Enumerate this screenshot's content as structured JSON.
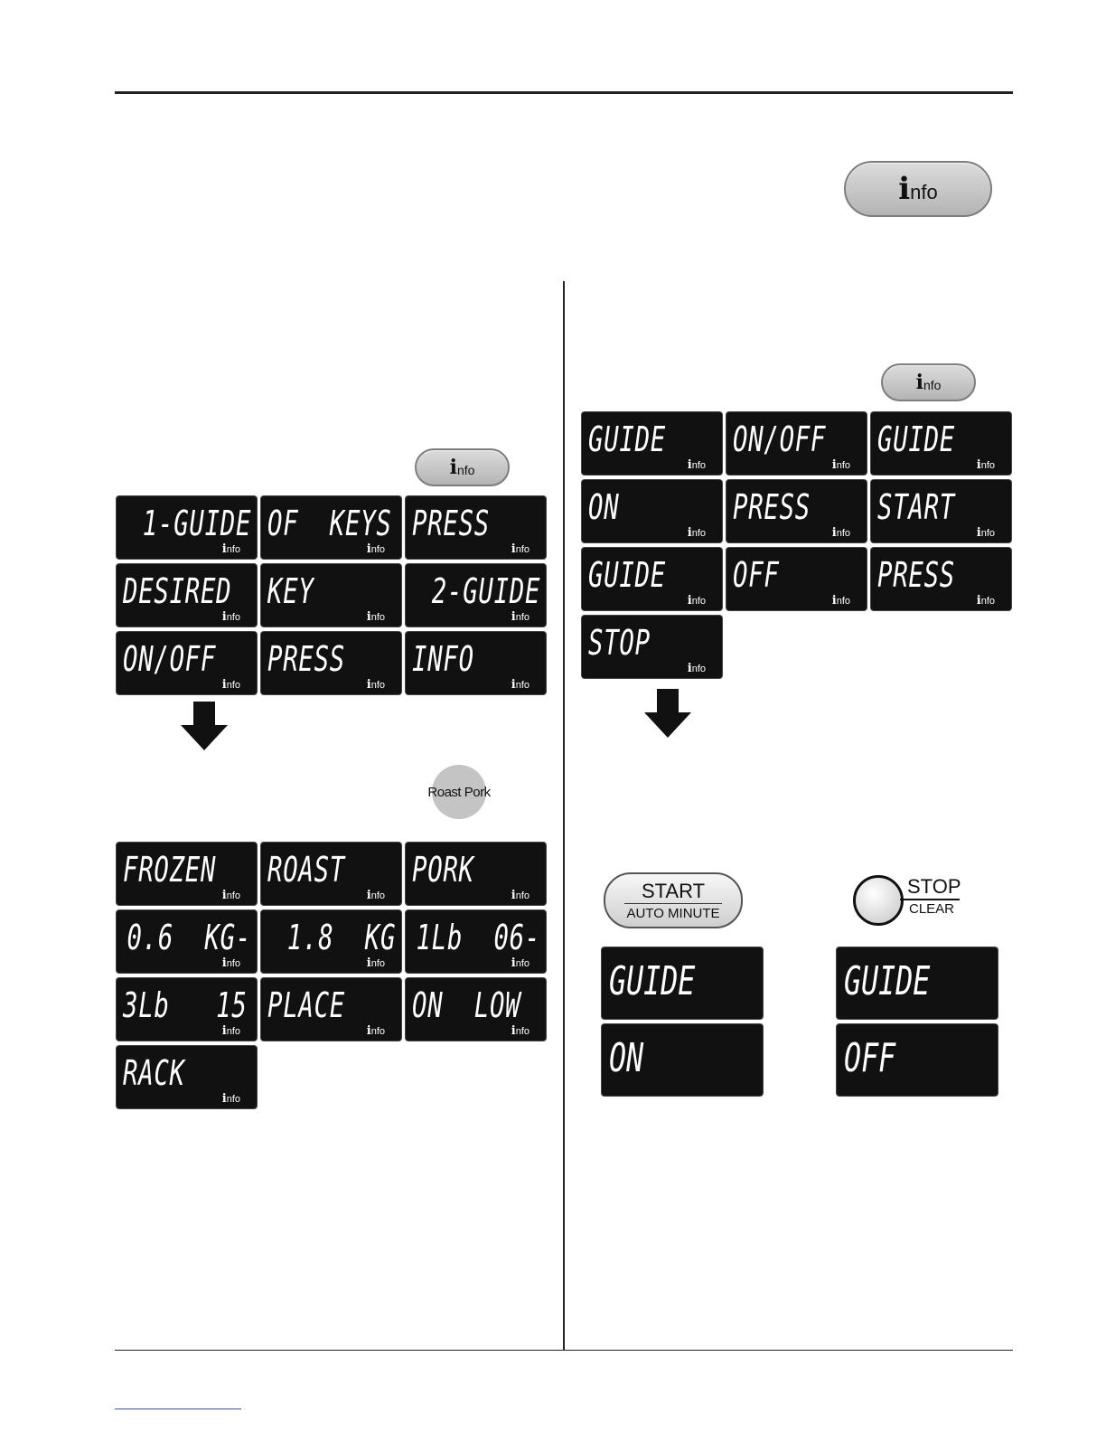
{
  "info_button": {
    "icon_letter": "i",
    "label": "nfo"
  },
  "left": {
    "panels_a": [
      {
        "text": "1-GUIDE",
        "tag": "nfo",
        "align": "right"
      },
      {
        "text": "OF  KEYS",
        "tag": "nfo",
        "align": "left"
      },
      {
        "text": "PRESS",
        "tag": "nfo",
        "align": "left"
      },
      {
        "text": "DESIRED",
        "tag": "nfo",
        "align": "left"
      },
      {
        "text": "KEY",
        "tag": "nfo",
        "align": "left"
      },
      {
        "text": "2-GUIDE",
        "tag": "nfo",
        "align": "right"
      },
      {
        "text": "ON/OFF",
        "tag": "nfo",
        "align": "left"
      },
      {
        "text": "PRESS",
        "tag": "nfo",
        "align": "left"
      },
      {
        "text": "INFO",
        "tag": "nfo",
        "align": "left"
      }
    ],
    "roast_pork_label": "Roast Pork",
    "panels_b": [
      {
        "text": "FROZEN",
        "tag": "nfo",
        "align": "left"
      },
      {
        "text": "ROAST",
        "tag": "nfo",
        "align": "left"
      },
      {
        "text": "PORK",
        "tag": "nfo",
        "align": "left"
      },
      {
        "text": "0.6  KG-",
        "tag": "nfo",
        "align": "right"
      },
      {
        "text": "1.8  KG",
        "tag": "nfo",
        "align": "right"
      },
      {
        "text": "1Lb  06-",
        "tag": "nfo",
        "align": "right"
      },
      {
        "text": "3Lb   15",
        "tag": "nfo",
        "align": "left"
      },
      {
        "text": "PLACE",
        "tag": "nfo",
        "align": "left"
      },
      {
        "text": "ON  LOW",
        "tag": "nfo",
        "align": "left"
      },
      {
        "text": "RACK",
        "tag": "nfo",
        "align": "left"
      }
    ]
  },
  "right": {
    "panels": [
      {
        "text": "GUIDE",
        "tag": "nfo",
        "align": "left"
      },
      {
        "text": "ON/OFF",
        "tag": "nfo",
        "align": "left"
      },
      {
        "text": "GUIDE",
        "tag": "nfo",
        "align": "left"
      },
      {
        "text": "ON",
        "tag": "nfo",
        "align": "left"
      },
      {
        "text": "PRESS",
        "tag": "nfo",
        "align": "left"
      },
      {
        "text": "START",
        "tag": "nfo",
        "align": "left"
      },
      {
        "text": "GUIDE",
        "tag": "nfo",
        "align": "left"
      },
      {
        "text": "OFF",
        "tag": "nfo",
        "align": "left"
      },
      {
        "text": "PRESS",
        "tag": "nfo",
        "align": "left"
      },
      {
        "text": "STOP",
        "tag": "nfo",
        "align": "left"
      }
    ],
    "start_button": {
      "top": "START",
      "bottom": "AUTO MINUTE"
    },
    "stop_button": {
      "top": "STOP",
      "bottom": "CLEAR"
    },
    "start_displays": [
      "GUIDE",
      "ON"
    ],
    "stop_displays": [
      "GUIDE",
      "OFF"
    ]
  }
}
